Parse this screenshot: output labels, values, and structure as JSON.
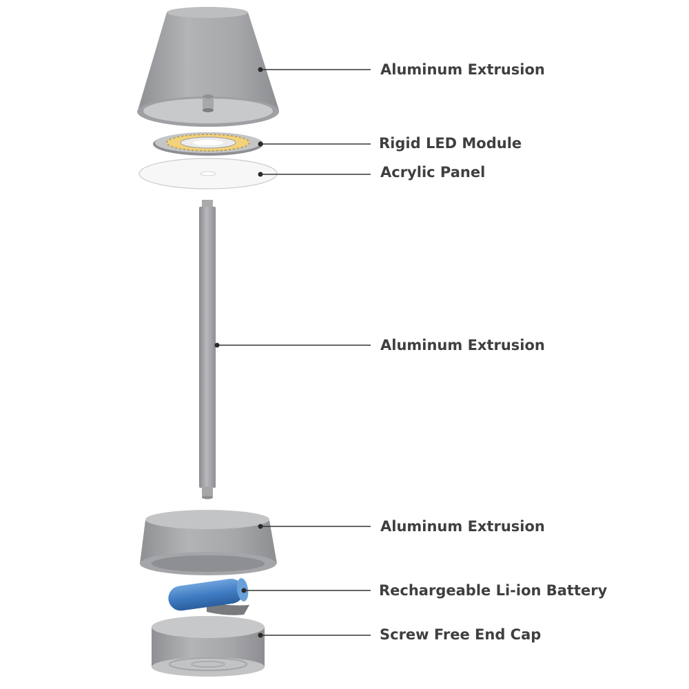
{
  "labels": {
    "shade": "Aluminum Extrusion",
    "led_module": "Rigid LED Module",
    "acrylic": "Acrylic Panel",
    "stem": "Aluminum Extrusion",
    "base": "Aluminum Extrusion",
    "battery": "Rechargeable Li-ion Battery",
    "end_cap": "Screw Free End Cap"
  },
  "colors": {
    "aluminum": "#a9aaac",
    "aluminum_dark": "#8c8d90",
    "battery": "#3f7cc3",
    "led": "#f2d27a",
    "text": "#3f3f3f",
    "leader": "#333333"
  }
}
